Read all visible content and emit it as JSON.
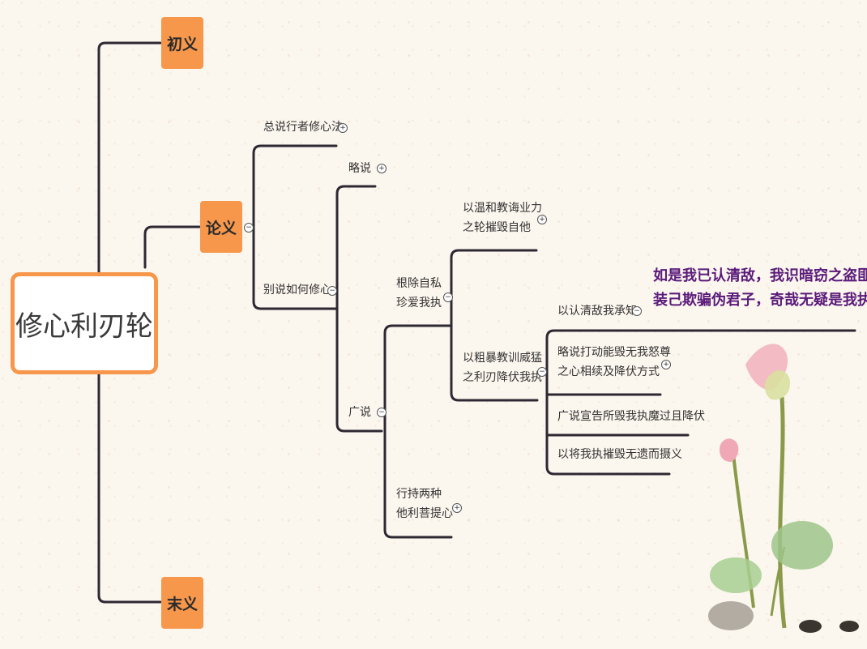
{
  "root": {
    "label": "修心利刃轮"
  },
  "branches": {
    "chuyi": "初义",
    "lunyi": "论义",
    "moyi": "末义"
  },
  "nodes": {
    "zongshuo": "总说行者修心法",
    "bieshuo": "别说如何修心",
    "lueshuo": "略说",
    "guangshuo": "广说",
    "genchu_line1": "根除自私",
    "genchu_line2": "珍爱我执",
    "xingchi_line1": "行持两种",
    "xingchi_line2": "他利菩提心",
    "yiwenhe_line1": "以温和教诲业力",
    "yiwenhe_line2": "之轮摧毁自他",
    "yicubao_line1": "以粗暴教训威猛",
    "yicubao_line2": "之利刃降伏我执",
    "yirenqing": "以认清敌我承知",
    "lueshuo_dadong_line1": "略说打动能毁无我怒尊",
    "lueshuo_dadong_line2": "之心相续及降伏方式",
    "guangshuo_xuangao": "广说宣告所毁我执魔过且降伏",
    "yijiang": "以将我执摧毁无遗而摄义"
  },
  "quote": {
    "line1": "如是我已认清敌，我识暗窃之盗匪，",
    "line2": "装己欺骗伪君子，奇哉无疑是我执。"
  },
  "toggles": {
    "expand": "+",
    "collapse": "−"
  },
  "colors": {
    "accent": "#f7974c",
    "line": "#2e2833",
    "quote": "#5a1a7a"
  },
  "decoration": "lotus-illustration"
}
